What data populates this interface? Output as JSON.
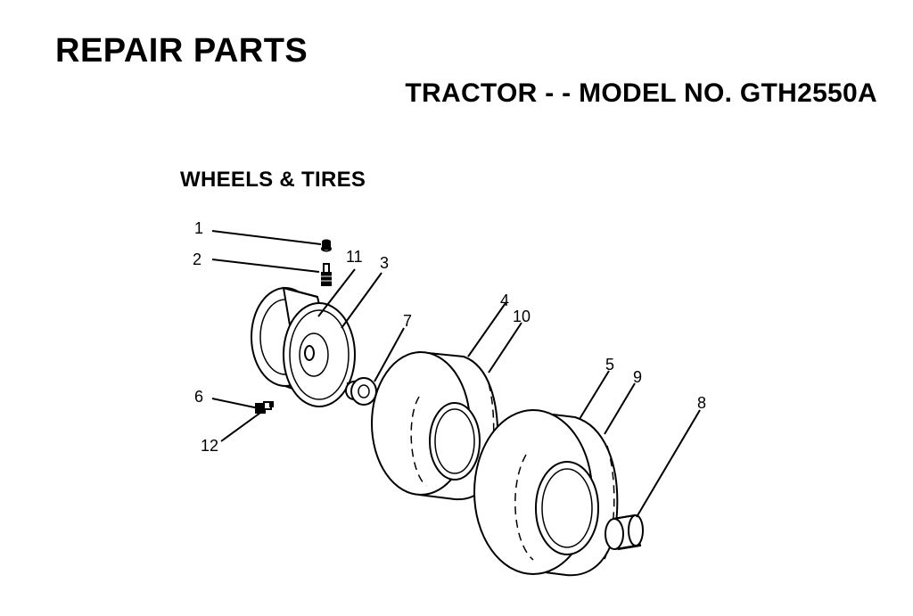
{
  "header": {
    "title": "REPAIR PARTS",
    "subtitle": "TRACTOR - - MODEL NO. GTH2550A"
  },
  "section": {
    "title": "WHEELS & TIRES"
  },
  "callouts": {
    "c1": "1",
    "c2": "2",
    "c3": "3",
    "c4": "4",
    "c5": "5",
    "c6": "6",
    "c7": "7",
    "c8": "8",
    "c9": "9",
    "c10": "10",
    "c11": "11",
    "c12": "12"
  }
}
